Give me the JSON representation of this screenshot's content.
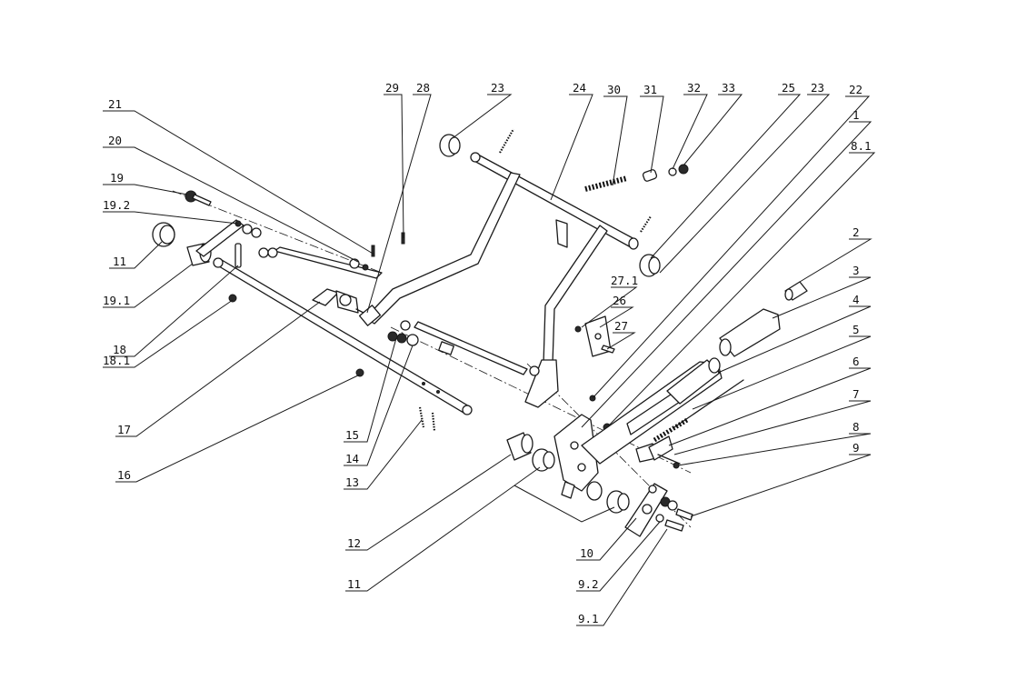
{
  "callouts": [
    {
      "id": "c-21",
      "text": "21"
    },
    {
      "id": "c-20",
      "text": "20"
    },
    {
      "id": "c-19",
      "text": "19"
    },
    {
      "id": "c-19-2",
      "text": "19.2"
    },
    {
      "id": "c-11a",
      "text": "11"
    },
    {
      "id": "c-19-1",
      "text": "19.1"
    },
    {
      "id": "c-18",
      "text": "18"
    },
    {
      "id": "c-18-1",
      "text": "18.1"
    },
    {
      "id": "c-17",
      "text": "17"
    },
    {
      "id": "c-16",
      "text": "16"
    },
    {
      "id": "c-15",
      "text": "15"
    },
    {
      "id": "c-14",
      "text": "14"
    },
    {
      "id": "c-13",
      "text": "13"
    },
    {
      "id": "c-12",
      "text": "12"
    },
    {
      "id": "c-11b",
      "text": "11"
    },
    {
      "id": "c-29",
      "text": "29"
    },
    {
      "id": "c-28",
      "text": "28"
    },
    {
      "id": "c-23a",
      "text": "23"
    },
    {
      "id": "c-24",
      "text": "24"
    },
    {
      "id": "c-30",
      "text": "30"
    },
    {
      "id": "c-31",
      "text": "31"
    },
    {
      "id": "c-32",
      "text": "32"
    },
    {
      "id": "c-33",
      "text": "33"
    },
    {
      "id": "c-25",
      "text": "25"
    },
    {
      "id": "c-23b",
      "text": "23"
    },
    {
      "id": "c-22",
      "text": "22"
    },
    {
      "id": "c-1",
      "text": "1"
    },
    {
      "id": "c-8-1",
      "text": "8.1"
    },
    {
      "id": "c-2",
      "text": "2"
    },
    {
      "id": "c-3",
      "text": "3"
    },
    {
      "id": "c-4",
      "text": "4"
    },
    {
      "id": "c-5",
      "text": "5"
    },
    {
      "id": "c-6",
      "text": "6"
    },
    {
      "id": "c-7",
      "text": "7"
    },
    {
      "id": "c-8",
      "text": "8"
    },
    {
      "id": "c-9",
      "text": "9"
    },
    {
      "id": "c-27-1",
      "text": "27.1"
    },
    {
      "id": "c-26",
      "text": "26"
    },
    {
      "id": "c-27",
      "text": "27"
    },
    {
      "id": "c-10",
      "text": "10"
    },
    {
      "id": "c-9-2",
      "text": "9.2"
    },
    {
      "id": "c-9-1",
      "text": "9.1"
    }
  ]
}
